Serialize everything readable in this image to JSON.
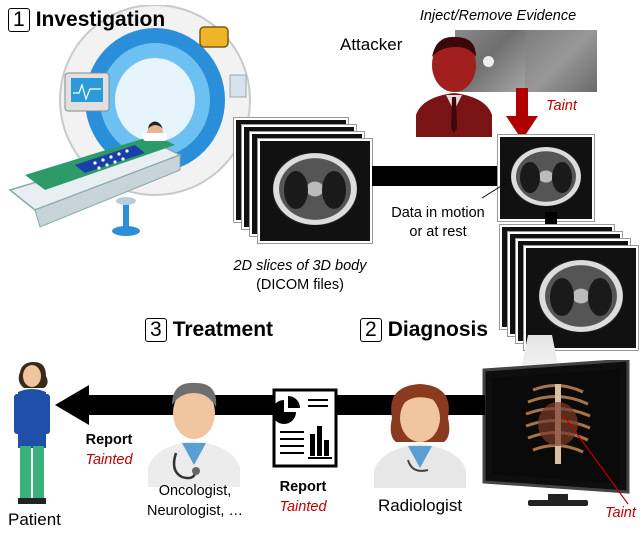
{
  "steps": {
    "investigation": {
      "num": "1",
      "title": "Investigation"
    },
    "diagnosis": {
      "num": "2",
      "title": "Diagnosis"
    },
    "treatment": {
      "num": "3",
      "title": "Treatment"
    }
  },
  "attacker": {
    "label": "Attacker",
    "action": "Inject/Remove Evidence",
    "taint": "Taint"
  },
  "data_motion": {
    "line1": "Data in motion",
    "line2": "or at rest"
  },
  "slices": {
    "line1": "2D slices of 3D body",
    "line2": "(DICOM files)"
  },
  "radiologist": {
    "label": "Radiologist"
  },
  "report_center": {
    "label": "Report",
    "status": "Tainted"
  },
  "doctor": {
    "line1": "Oncologist,",
    "line2": "Neurologist, …"
  },
  "report_left": {
    "label": "Report",
    "status": "Tainted"
  },
  "patient": {
    "label": "Patient"
  },
  "monitor": {
    "taint": "Taint"
  },
  "colors": {
    "taint_red": "#c00000",
    "arrow_black": "#000000",
    "attacker_arrow": "#b00000"
  }
}
